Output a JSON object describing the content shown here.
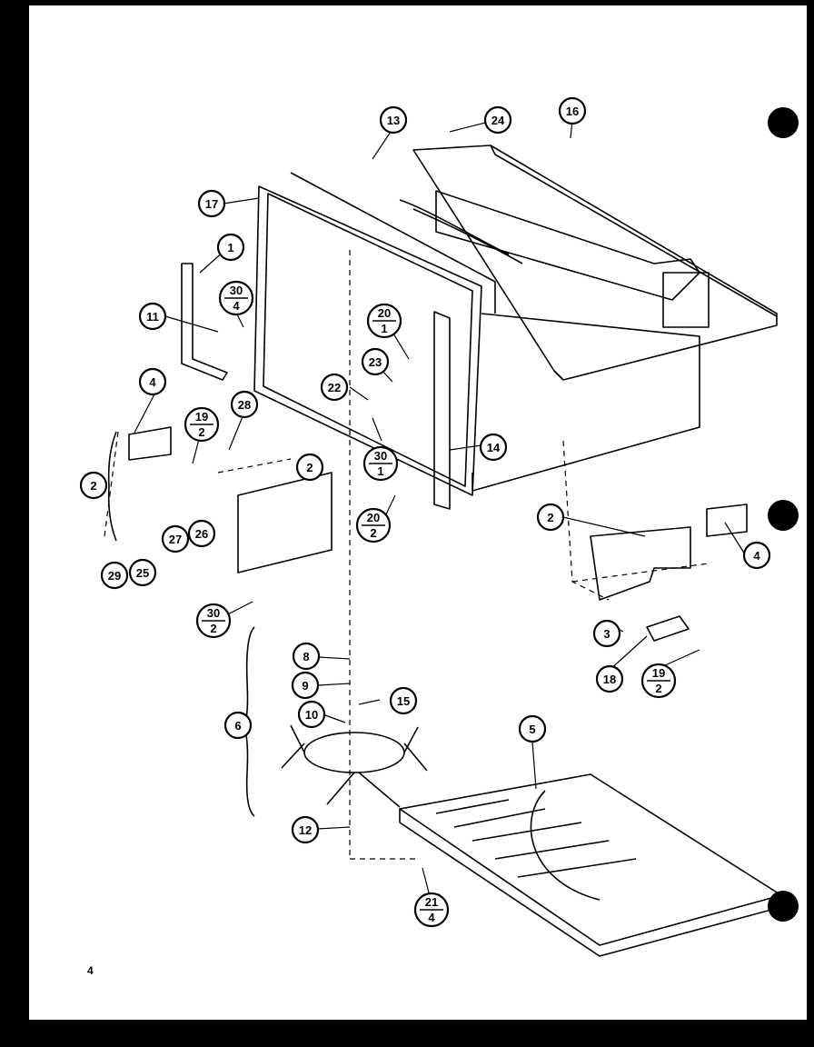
{
  "page_number": "4",
  "callouts": [
    {
      "id": "c-1",
      "text": "1"
    },
    {
      "id": "c-2a",
      "text": "2"
    },
    {
      "id": "c-2b",
      "text": "2"
    },
    {
      "id": "c-2c",
      "text": "2"
    },
    {
      "id": "c-3",
      "text": "3"
    },
    {
      "id": "c-4a",
      "text": "4"
    },
    {
      "id": "c-4b",
      "text": "4"
    },
    {
      "id": "c-5",
      "text": "5"
    },
    {
      "id": "c-6",
      "text": "6"
    },
    {
      "id": "c-8",
      "text": "8"
    },
    {
      "id": "c-9",
      "text": "9"
    },
    {
      "id": "c-10",
      "text": "10"
    },
    {
      "id": "c-11",
      "text": "11"
    },
    {
      "id": "c-12",
      "text": "12"
    },
    {
      "id": "c-13",
      "text": "13"
    },
    {
      "id": "c-14",
      "text": "14"
    },
    {
      "id": "c-15",
      "text": "15"
    },
    {
      "id": "c-16",
      "text": "16"
    },
    {
      "id": "c-17",
      "text": "17"
    },
    {
      "id": "c-18",
      "text": "18"
    },
    {
      "id": "c-22",
      "text": "22"
    },
    {
      "id": "c-23",
      "text": "23"
    },
    {
      "id": "c-24",
      "text": "24"
    },
    {
      "id": "c-25",
      "text": "25"
    },
    {
      "id": "c-26",
      "text": "26"
    },
    {
      "id": "c-27",
      "text": "27"
    },
    {
      "id": "c-28",
      "text": "28"
    },
    {
      "id": "c-29",
      "text": "29"
    }
  ],
  "fraction_callouts": [
    {
      "id": "f-30-4",
      "num": "30",
      "den": "4"
    },
    {
      "id": "f-20-1",
      "num": "20",
      "den": "1"
    },
    {
      "id": "f-19-2a",
      "num": "19",
      "den": "2"
    },
    {
      "id": "f-30-1",
      "num": "30",
      "den": "1"
    },
    {
      "id": "f-20-2",
      "num": "20",
      "den": "2"
    },
    {
      "id": "f-30-2",
      "num": "30",
      "den": "2"
    },
    {
      "id": "f-19-2b",
      "num": "19",
      "den": "2"
    },
    {
      "id": "f-21-4",
      "num": "21",
      "den": "4"
    }
  ]
}
